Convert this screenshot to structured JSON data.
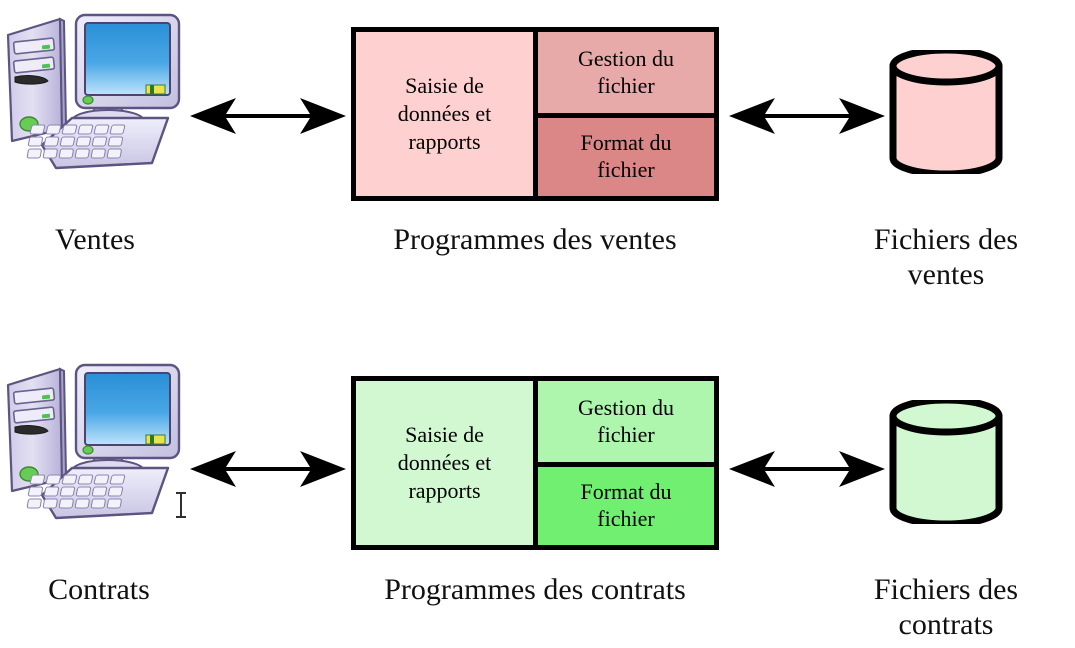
{
  "diagram": {
    "title": "Programmes et fichiers — ventes et contrats",
    "colors": {
      "sales_light": "#ffd0d0",
      "sales_medium": "#e8a9a9",
      "sales_dark": "#db8787",
      "contracts_light": "#d2f8d2",
      "contracts_medium": "#aef5ae",
      "contracts_dark": "#71ef71",
      "outline": "#000000",
      "background": "#ffffff",
      "text": "#111111"
    },
    "rows": [
      {
        "id": "ventes",
        "actor_label": "Ventes",
        "actor_icon": "desktop-computer-icon",
        "program_label": "Programmes des ventes",
        "program_cells": {
          "main": "Saisie de\ndonnées et\nrapports",
          "top": "Gestion du\nfichier",
          "bottom": "Format du\nfichier"
        },
        "storage_icon": "database-cylinder-icon",
        "storage_label": "Fichiers des\nventes",
        "arrows": [
          {
            "name": "arrow-ventes-left",
            "kind": "double-headed"
          },
          {
            "name": "arrow-ventes-right",
            "kind": "double-headed"
          }
        ]
      },
      {
        "id": "contrats",
        "actor_label": "Contrats",
        "actor_icon": "desktop-computer-icon",
        "program_label": "Programmes des contrats",
        "program_cells": {
          "main": "Saisie de\ndonnées et\nrapports",
          "top": "Gestion du\nfichier",
          "bottom": "Format du\nfichier"
        },
        "storage_icon": "database-cylinder-icon",
        "storage_label": "Fichiers des\ncontrats",
        "arrows": [
          {
            "name": "arrow-contrats-left",
            "kind": "double-headed"
          },
          {
            "name": "arrow-contrats-right",
            "kind": "double-headed"
          }
        ]
      }
    ],
    "cursor": {
      "name": "text-caret",
      "shape": "I-beam"
    }
  }
}
